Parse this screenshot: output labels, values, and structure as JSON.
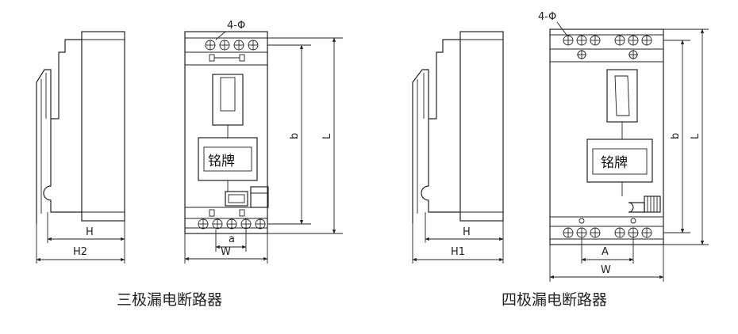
{
  "three_pole": {
    "caption": "三极漏电断路器",
    "nameplate": "铭牌",
    "hole_label": "4-Φ",
    "dims": {
      "H": "H",
      "H2": "H2",
      "a": "a",
      "W": "W",
      "b": "b",
      "L": "L"
    }
  },
  "four_pole": {
    "caption": "四极漏电断路器",
    "nameplate": "铭牌",
    "hole_label": "4-Φ",
    "dims": {
      "H": "H",
      "H1": "H1",
      "A": "A",
      "W": "W",
      "b": "b",
      "L": "L"
    }
  }
}
